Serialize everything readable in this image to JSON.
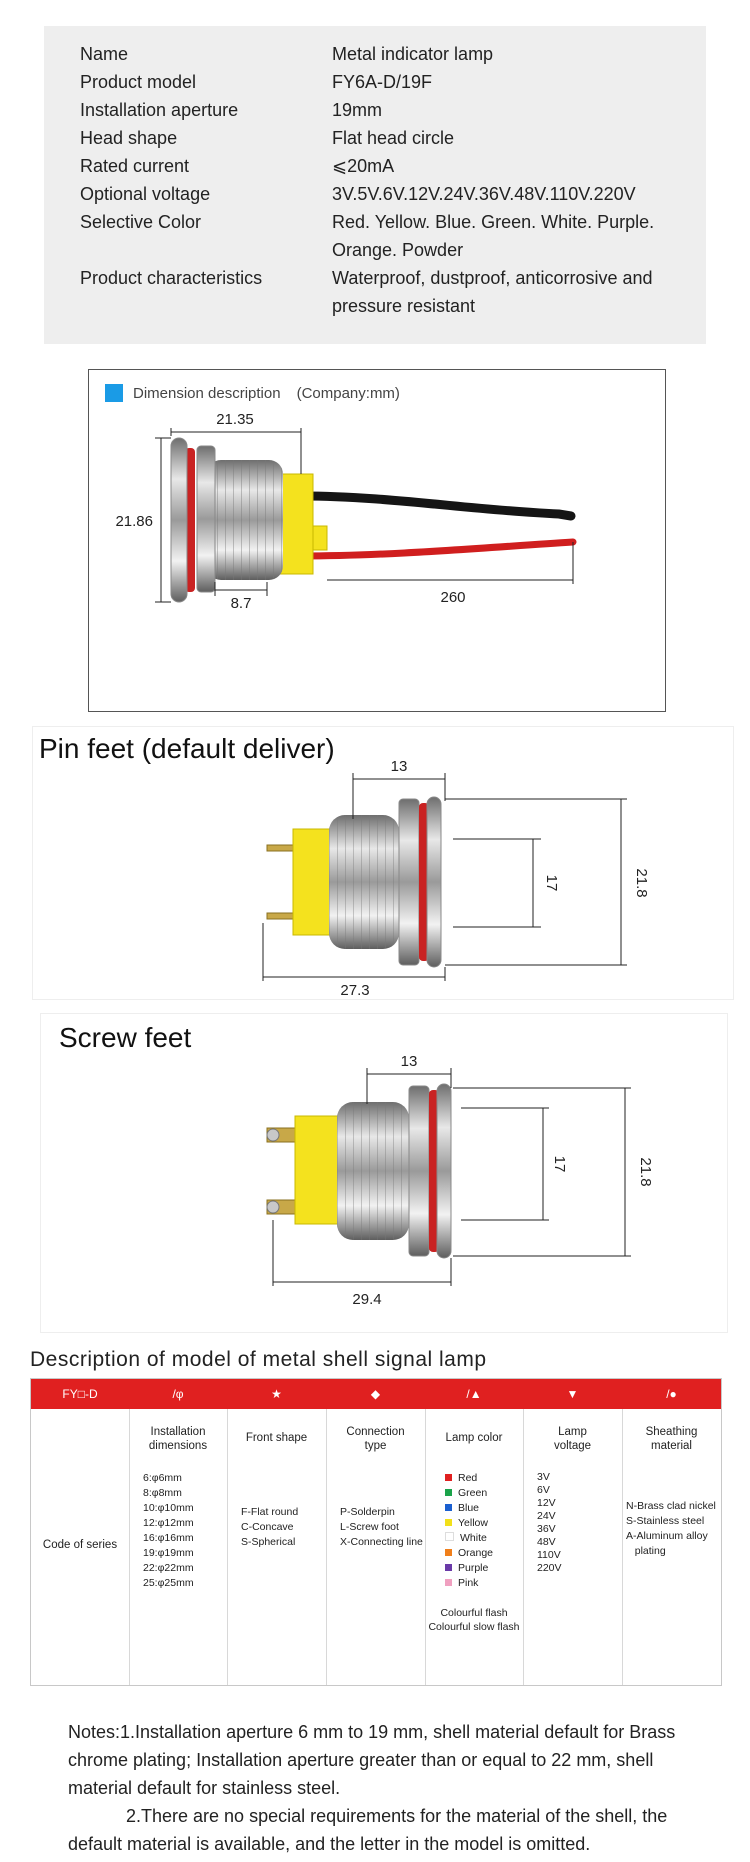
{
  "specs": [
    {
      "key": "Name",
      "value": "Metal indicator lamp"
    },
    {
      "key": "Product model",
      "value": "FY6A-D/19F"
    },
    {
      "key": "Installation aperture",
      "value": "19mm"
    },
    {
      "key": "Head shape",
      "value": "Flat head circle"
    },
    {
      "key": "Rated current",
      "value": "⩽20mA"
    },
    {
      "key": "Optional voltage",
      "value": "3V.5V.6V.12V.24V.36V.48V.110V.220V"
    },
    {
      "key": "Selective Color",
      "value": "Red. Yellow. Blue. Green. White. Purple.",
      "value2": "Orange. Powder"
    },
    {
      "key": "Product characteristics",
      "value": "Waterproof, dustproof, anticorrosive and",
      "value2": " pressure resistant"
    }
  ],
  "dimension": {
    "heading": "Dimension description",
    "unit": "(Company:mm)",
    "labels": {
      "length": "21.35",
      "diameter": "21.86",
      "thread": "8.7",
      "wire": "260"
    }
  },
  "pin_feet": {
    "title": "Pin feet (default deliver)",
    "labels": {
      "top": "13",
      "inner": "17",
      "outer": "21.8",
      "total": "27.3"
    }
  },
  "screw_feet": {
    "title": "Screw feet",
    "labels": {
      "top": "13",
      "inner": "17",
      "outer": "21.8",
      "total": "29.4"
    }
  },
  "model": {
    "title": "Description of model of metal shell signal lamp",
    "headers": [
      "FY□-D",
      "/φ",
      "★",
      "◆",
      "/▲",
      "▼",
      "/●"
    ],
    "series_label": "Code of series",
    "columns": [
      {
        "label": "Installation\ndimensions",
        "items": [
          "6:φ6mm",
          "8:φ8mm",
          "10:φ10mm",
          "12:φ12mm",
          "16:φ16mm",
          "19:φ19mm",
          "22:φ22mm",
          "25:φ25mm"
        ]
      },
      {
        "label": "Front shape",
        "items": [
          "F-Flat round",
          "C-Concave",
          "S-Spherical"
        ]
      },
      {
        "label": "Connection\ntype",
        "items": [
          "P-Solderpin",
          "L-Screw foot",
          "X-Connecting line"
        ]
      },
      {
        "label": "Lamp color",
        "items": [
          "Red",
          "Green",
          "Blue",
          "Yellow",
          "White",
          "Orange",
          "Purple",
          "Pink"
        ],
        "extra": [
          "Colourful flash",
          "Colourful slow flash"
        ]
      },
      {
        "label": "Lamp\nvoltage",
        "items": [
          "3V",
          "6V",
          "12V",
          "24V",
          "36V",
          "48V",
          "110V",
          "220V"
        ]
      },
      {
        "label": "Sheathing\nmaterial",
        "items": [
          "N-Brass clad nickel",
          "S-Stainless steel",
          "A-Aluminum alloy",
          "   plating"
        ]
      }
    ],
    "lamp_colors": [
      "#e02020",
      "#1aa34a",
      "#1a5fd0",
      "#f2e01a",
      "#ffffff",
      "#f07f1a",
      "#6a3aa8",
      "#f0a0c0"
    ]
  },
  "notes": {
    "n1_l1": "Notes:1.Installation aperture 6 mm to 19 mm, shell material default for Brass",
    "n1_l2": "chrome plating; Installation aperture greater than or equal to 22 mm, shell",
    "n1_l3": "material default for stainless steel.",
    "n2_l1": "2.There are no special requirements for the material of the shell, the",
    "n2_l2": "default material is available, and the letter in the model is omitted."
  }
}
